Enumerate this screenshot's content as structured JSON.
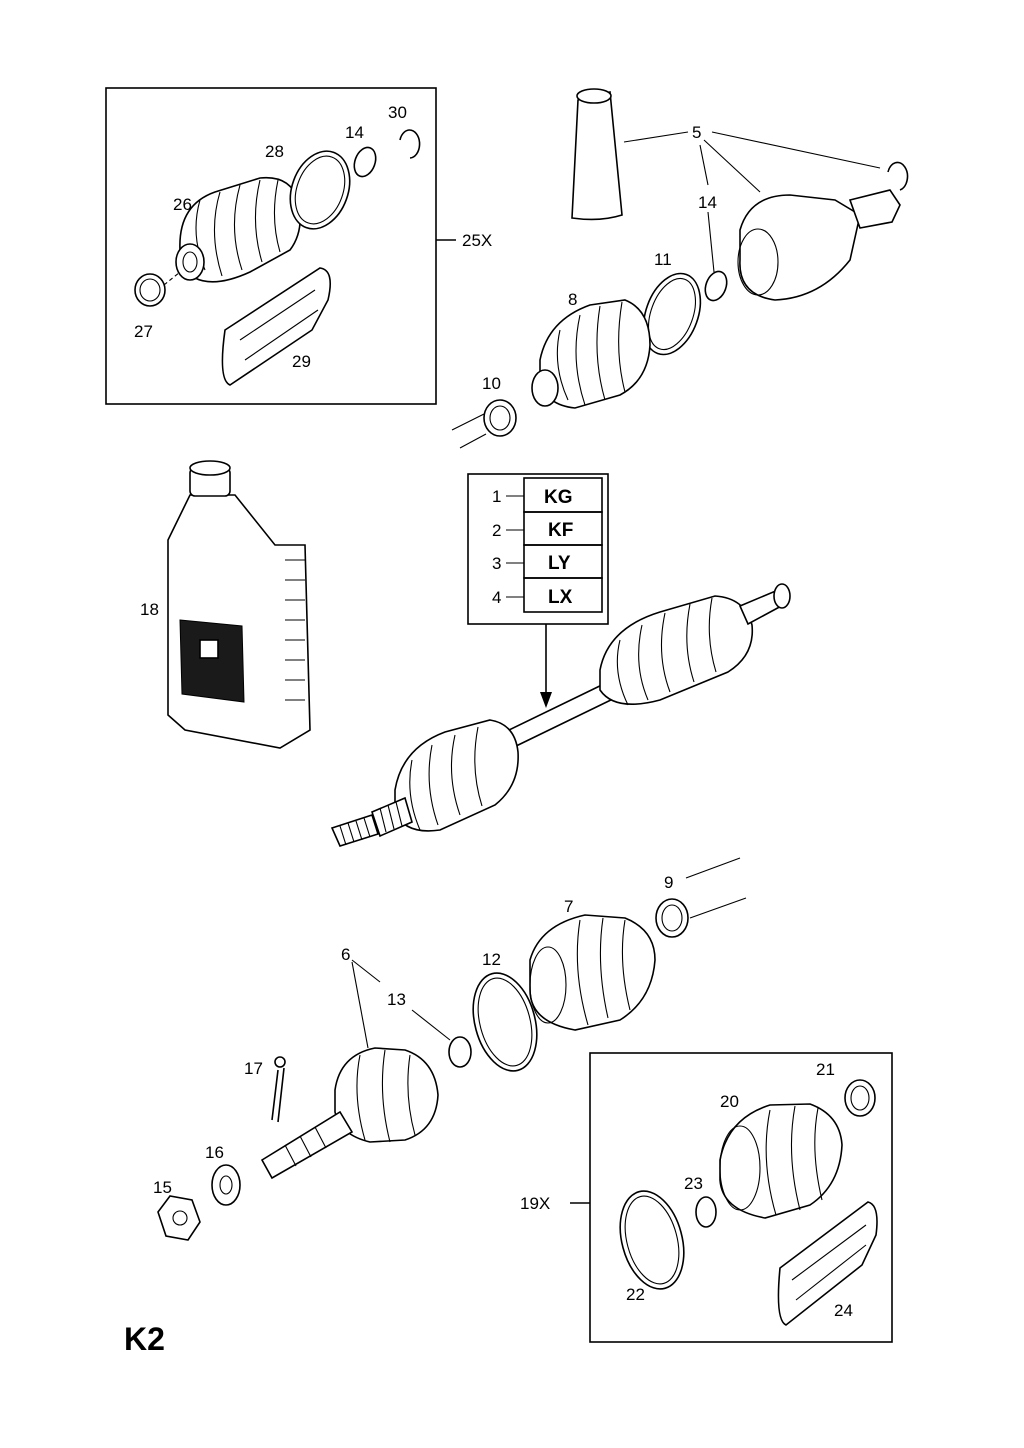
{
  "page_id": "K2",
  "kits": {
    "outer_boot_kit": "25X",
    "inner_boot_kit": "19X"
  },
  "code_table": [
    {
      "num": "1",
      "code": "KG"
    },
    {
      "num": "2",
      "code": "KF"
    },
    {
      "num": "3",
      "code": "LY"
    },
    {
      "num": "4",
      "code": "LX"
    }
  ],
  "callouts": {
    "p5": "5",
    "p6": "6",
    "p7": "7",
    "p8": "8",
    "p9": "9",
    "p10": "10",
    "p11": "11",
    "p12": "12",
    "p13": "13",
    "p14a": "14",
    "p14b": "14",
    "p15": "15",
    "p16": "16",
    "p17": "17",
    "p18": "18",
    "p20": "20",
    "p21": "21",
    "p22": "22",
    "p23": "23",
    "p24": "24",
    "p26": "26",
    "p27": "27",
    "p28": "28",
    "p29": "29",
    "p30": "30"
  }
}
